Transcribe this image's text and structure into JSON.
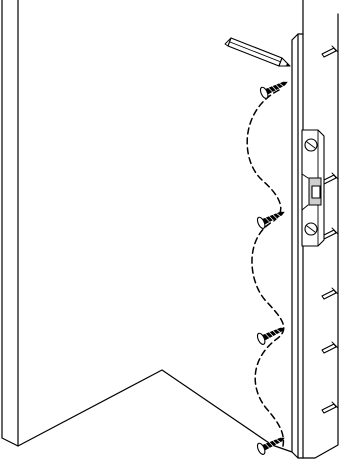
{
  "figure": {
    "type": "installation-illustration",
    "components": [
      "door-panel",
      "door-frame",
      "pencil-icon",
      "screw-icon",
      "strike-plate",
      "dashed-guide-line",
      "frame-nails"
    ],
    "screw_count": 4,
    "frame_nail_count": 6,
    "line_color": "#000000",
    "background_color": "#ffffff"
  }
}
